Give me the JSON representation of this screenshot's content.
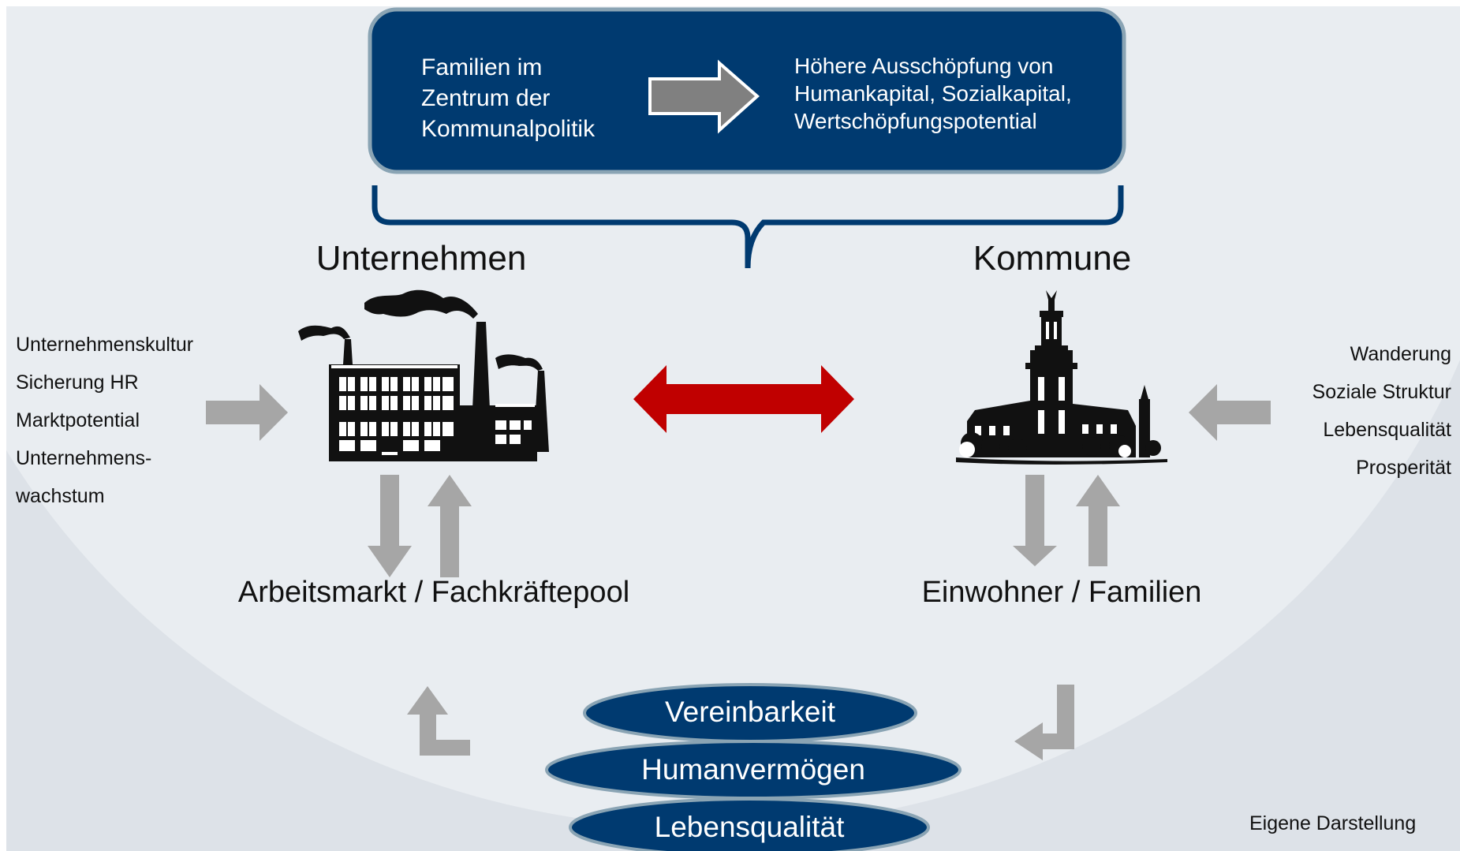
{
  "top_box": {
    "left_lines": [
      "Familien im",
      "Zentrum der",
      "Kommunalpolitik"
    ],
    "right_lines": [
      "Höhere Ausschöpfung von",
      "Humankapital, Sozialkapital,",
      "Wertschöpfungspotential"
    ]
  },
  "unternehmen": {
    "heading": "Unternehmen",
    "icon": "factory-icon",
    "factors": [
      "Unternehmenskultur",
      "Sicherung HR",
      "Marktpotential",
      "Unternehmens-",
      "wachstum"
    ],
    "node_label": "Arbeitsmarkt / Fachkräftepool"
  },
  "kommune": {
    "heading": "Kommune",
    "icon": "town-hall-icon",
    "factors": [
      "Wanderung",
      "Soziale Struktur",
      "Lebensqualität",
      "Prosperität"
    ],
    "node_label": "Einwohner / Familien"
  },
  "ellipses": [
    "Vereinbarkeit",
    "Humanvermögen",
    "Lebensqualität"
  ],
  "source": "Eigene Darstellung",
  "colors": {
    "navy": "#003a70",
    "box_border": "#8aa4b4",
    "arrow_gray": "#a6a6a6",
    "arrow_dark_gray": "#808080",
    "red_arrow": "#c00000",
    "background_light": "#e9edf1",
    "background_outer": "#dde2e8"
  }
}
